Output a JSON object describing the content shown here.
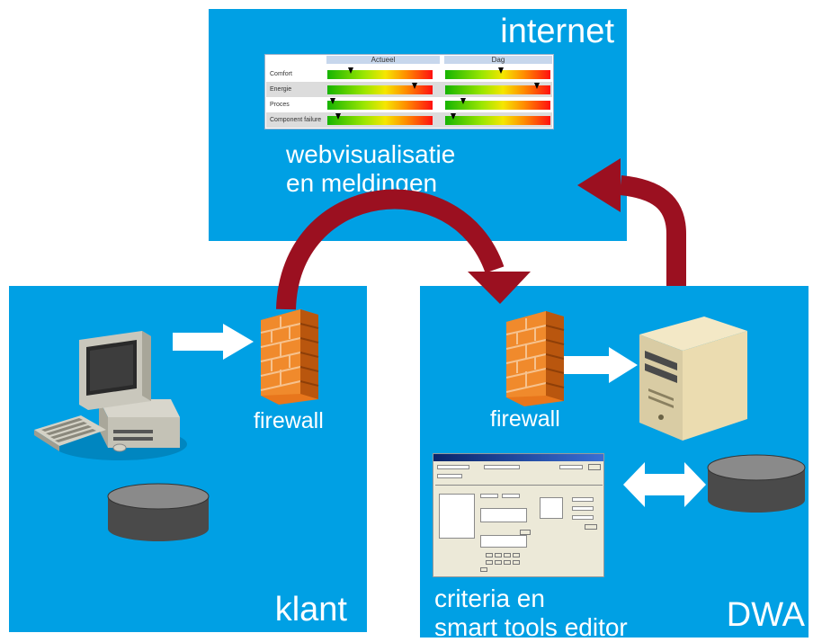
{
  "panels": {
    "internet": {
      "title": "internet"
    },
    "klant": {
      "title": "klant"
    },
    "dwa": {
      "title": "DWA"
    }
  },
  "web_caption": {
    "line1": "webvisualisatie",
    "line2": "en meldingen"
  },
  "editor_caption": {
    "line1": "criteria en",
    "line2": "smart tools editor"
  },
  "firewall_label": "firewall",
  "web_table": {
    "columns": [
      "Actueel",
      "Dag"
    ],
    "rows": [
      {
        "label": "Comfort",
        "actueel": 0.22,
        "dag": 0.53
      },
      {
        "label": "Energie",
        "actueel": 0.83,
        "dag": 0.87
      },
      {
        "label": "Proces",
        "actueel": 0.05,
        "dag": 0.17
      },
      {
        "label": "Component failure",
        "actueel": 0.1,
        "dag": 0.08
      }
    ]
  },
  "colors": {
    "panel": "#00a0e4",
    "arrow_red": "#9b1020",
    "firewall": "#e8761c"
  },
  "icons": [
    "desktop-computer-icon",
    "firewall-icon",
    "server-icon",
    "database-icon",
    "editor-window-icon"
  ]
}
